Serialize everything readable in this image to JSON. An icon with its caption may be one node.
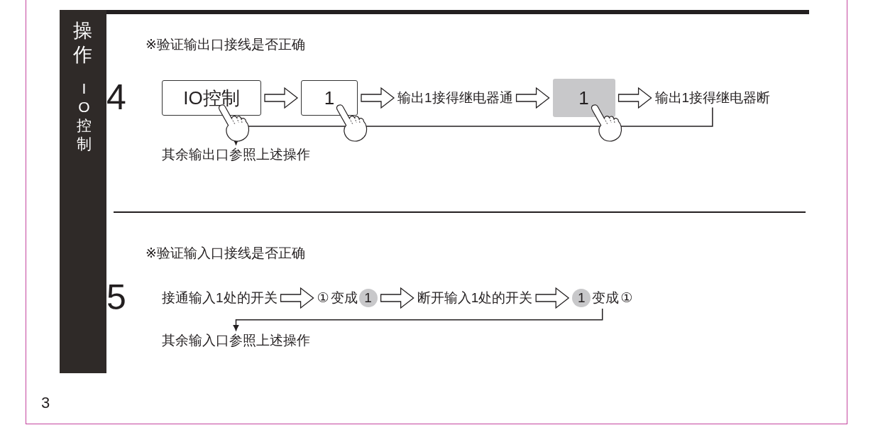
{
  "diagram": {
    "nodes": [
      {
        "text": [
          "IO控制"
        ]
      },
      {
        "text": [
          "1"
        ]
      },
      {
        "text": [
          "输出1接得继电器通"
        ]
      },
      {
        "text": [
          "1"
        ]
      },
      {
        "text": [
          "输出1接得继电器断"
        ]
      },
      {
        "text": [
          "其余输出口参照上述操作"
        ]
      },
      {
        "text": [
          "接通输入1处的开关"
        ]
      },
      {
        "text": [
          "①",
          "变成",
          "1"
        ]
      },
      {
        "text": [
          "断开输入1处的开关"
        ]
      },
      {
        "text": [
          "1",
          "变成",
          "①"
        ]
      },
      {
        "text": [
          "其余输入口参照上述操作"
        ]
      }
    ],
    "edges": [
      {
        "from": 0,
        "to": 1,
        "arrow": "to"
      },
      {
        "from": 1,
        "to": 2,
        "arrow": "to"
      },
      {
        "from": 2,
        "to": 3,
        "arrow": "to"
      },
      {
        "from": 3,
        "to": 4,
        "arrow": "to"
      },
      {
        "from": 4,
        "to": 5,
        "arrow": "to"
      },
      {
        "from": 6,
        "to": 7,
        "arrow": "to"
      },
      {
        "from": 7,
        "to": 8,
        "arrow": "to"
      },
      {
        "from": 8,
        "to": 9,
        "arrow": "to"
      },
      {
        "from": 9,
        "to": 10,
        "arrow": "to"
      }
    ],
    "labels": [
      "操作",
      "IO控制",
      "※验证输出口接线是否正确",
      "4",
      "※验证输入口接线是否正确",
      "5",
      "3"
    ]
  }
}
